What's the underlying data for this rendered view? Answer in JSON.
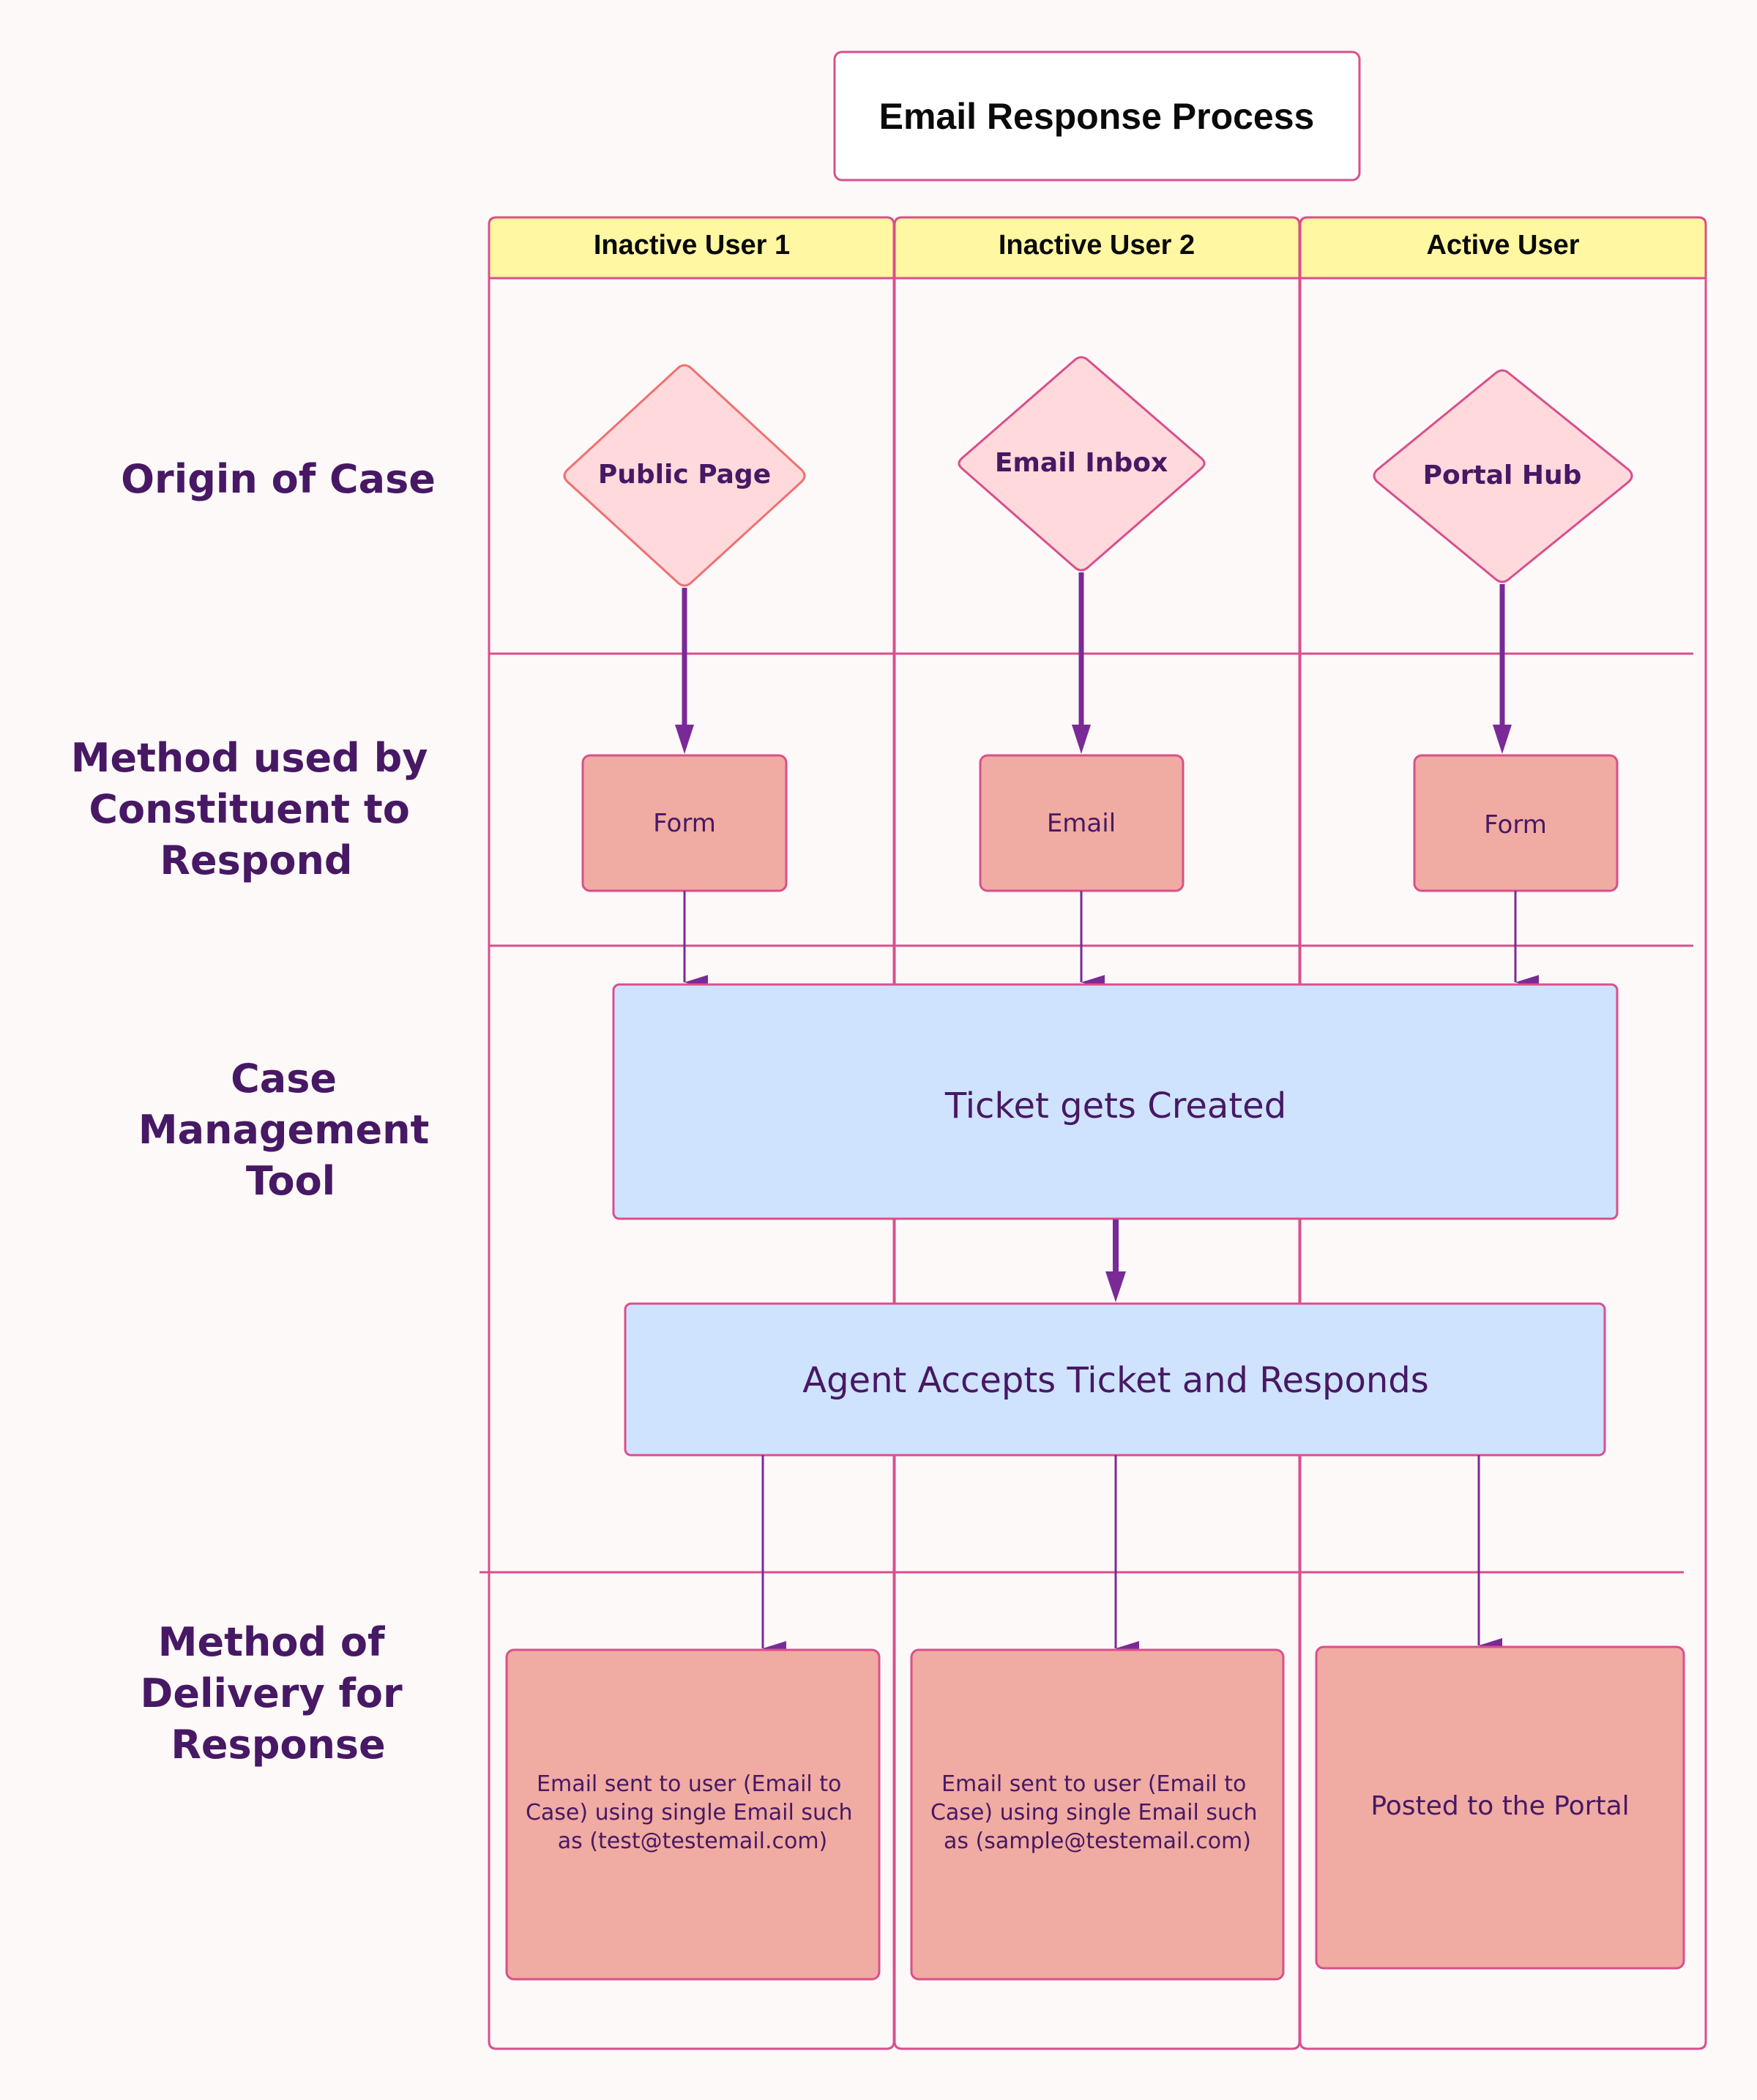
{
  "title": "Email Response Process",
  "colors": {
    "background": "#FDF9F9",
    "border": "#D94F8C",
    "lane_header_fill": "#FFF7A1",
    "diamond_fill": "#FFD9DC",
    "diamond_border_first": "#F07070",
    "step_fill": "#F0ABA2",
    "process_fill": "#CFE3FF",
    "arrow": "#7A2A96",
    "text_dark": "#0A0A0A",
    "text_purple": "#471864"
  },
  "lanes": [
    {
      "label": "Inactive User 1"
    },
    {
      "label": "Inactive User 2"
    },
    {
      "label": "Active User"
    }
  ],
  "rows": [
    {
      "label_lines": [
        "Origin of Case"
      ]
    },
    {
      "label_lines": [
        "Method used by",
        "Constituent to",
        "Respond"
      ]
    },
    {
      "label_lines": [
        "Case",
        "Management",
        "Tool"
      ]
    },
    {
      "label_lines": [
        "Method of",
        "Delivery for",
        "Response"
      ]
    }
  ],
  "origins": [
    {
      "label": "Public Page"
    },
    {
      "label": "Email Inbox"
    },
    {
      "label": "Portal Hub"
    }
  ],
  "methods": [
    {
      "label": "Form"
    },
    {
      "label": "Email"
    },
    {
      "label": "Form"
    }
  ],
  "case_management": {
    "ticket": "Ticket gets Created",
    "agent": "Agent Accepts Ticket and Responds"
  },
  "deliveries": [
    {
      "lines": [
        "Email sent to user  (Email to",
        "Case) using single Email such",
        "as (test@testemail.com)"
      ]
    },
    {
      "lines": [
        "Email sent to user  (Email to",
        "Case) using single Email such",
        "as (sample@testemail.com)"
      ]
    },
    {
      "lines": [
        "Posted to the Portal"
      ]
    }
  ]
}
